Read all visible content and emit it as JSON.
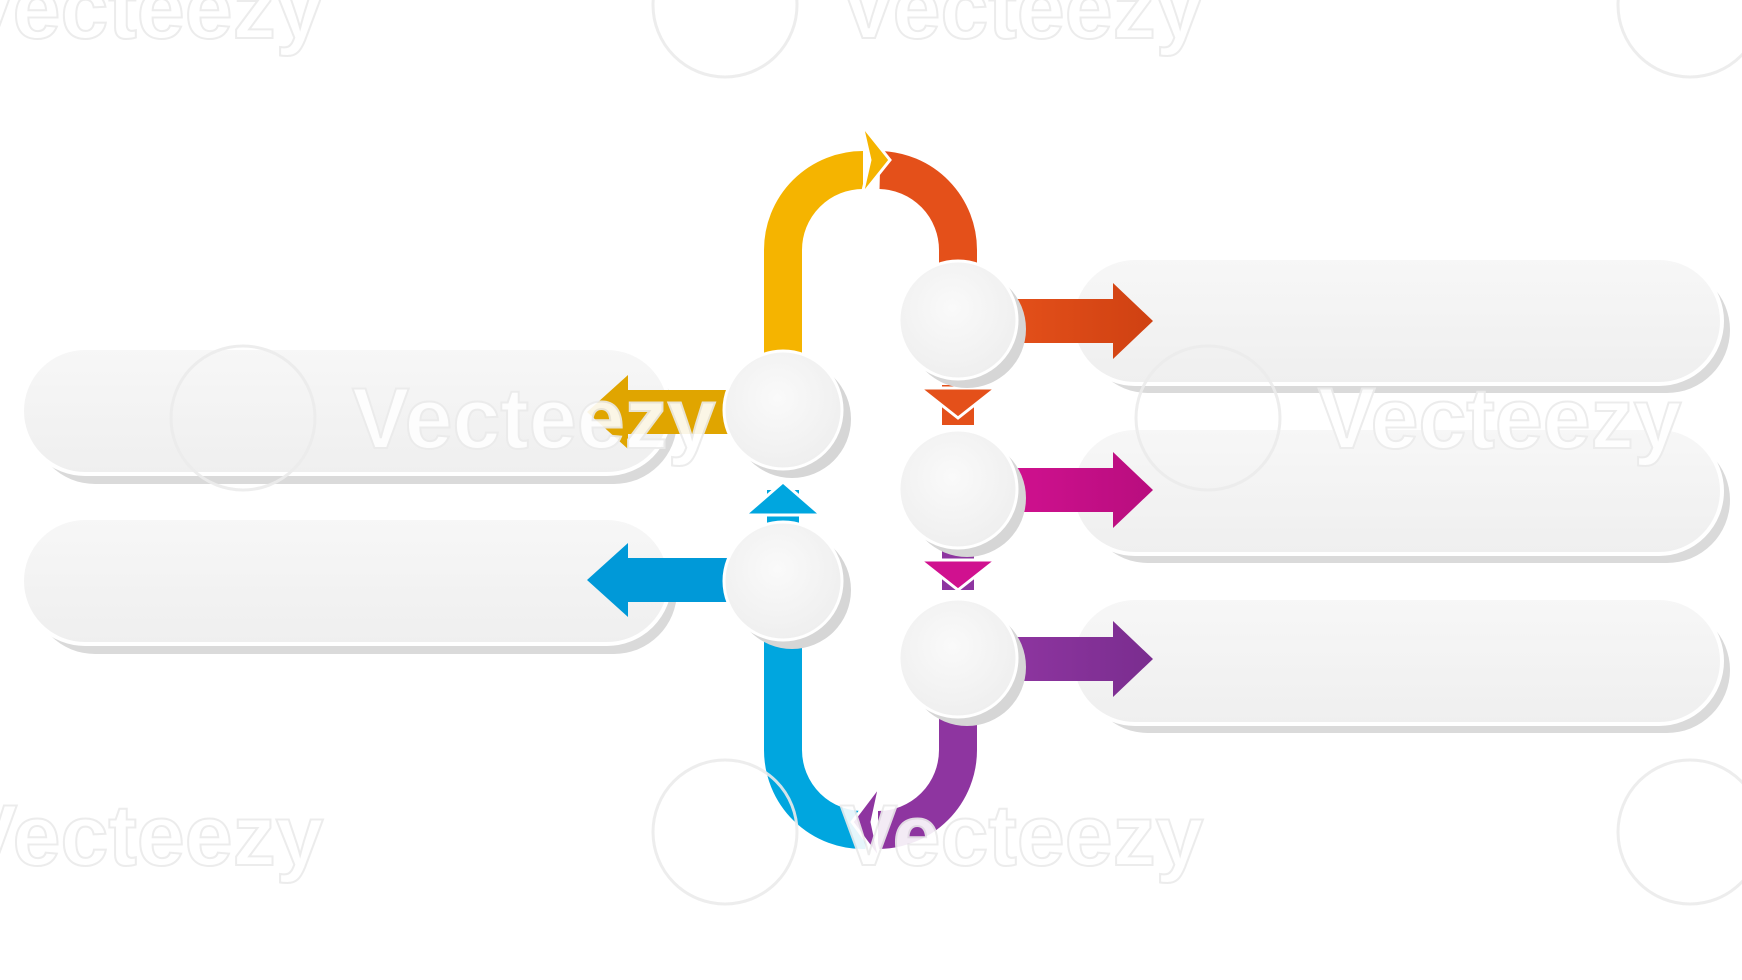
{
  "watermark": {
    "text": "Vecteezy"
  },
  "colors": {
    "orange_yellow": "#f5b400",
    "orange_red": "#e4501a",
    "magenta": "#d0118f",
    "purple": "#8e35a0",
    "blue": "#00a6df",
    "left_arrow_yellow": "#e0a500",
    "left_arrow_blue": "#0099d8",
    "panel_fill": "#f4f4f4",
    "node_fill": "#f2f2f2",
    "background": "#ffffff"
  },
  "nodes": [
    {
      "id": "left-top",
      "color": "orange_yellow"
    },
    {
      "id": "left-bottom",
      "color": "blue"
    },
    {
      "id": "right-top",
      "color": "orange_red"
    },
    {
      "id": "right-middle",
      "color": "magenta"
    },
    {
      "id": "right-bottom",
      "color": "purple"
    }
  ],
  "text_panels": [
    {
      "id": "left-panel-1",
      "text": ""
    },
    {
      "id": "left-panel-2",
      "text": ""
    },
    {
      "id": "right-panel-1",
      "text": ""
    },
    {
      "id": "right-panel-2",
      "text": ""
    },
    {
      "id": "right-panel-3",
      "text": ""
    }
  ]
}
